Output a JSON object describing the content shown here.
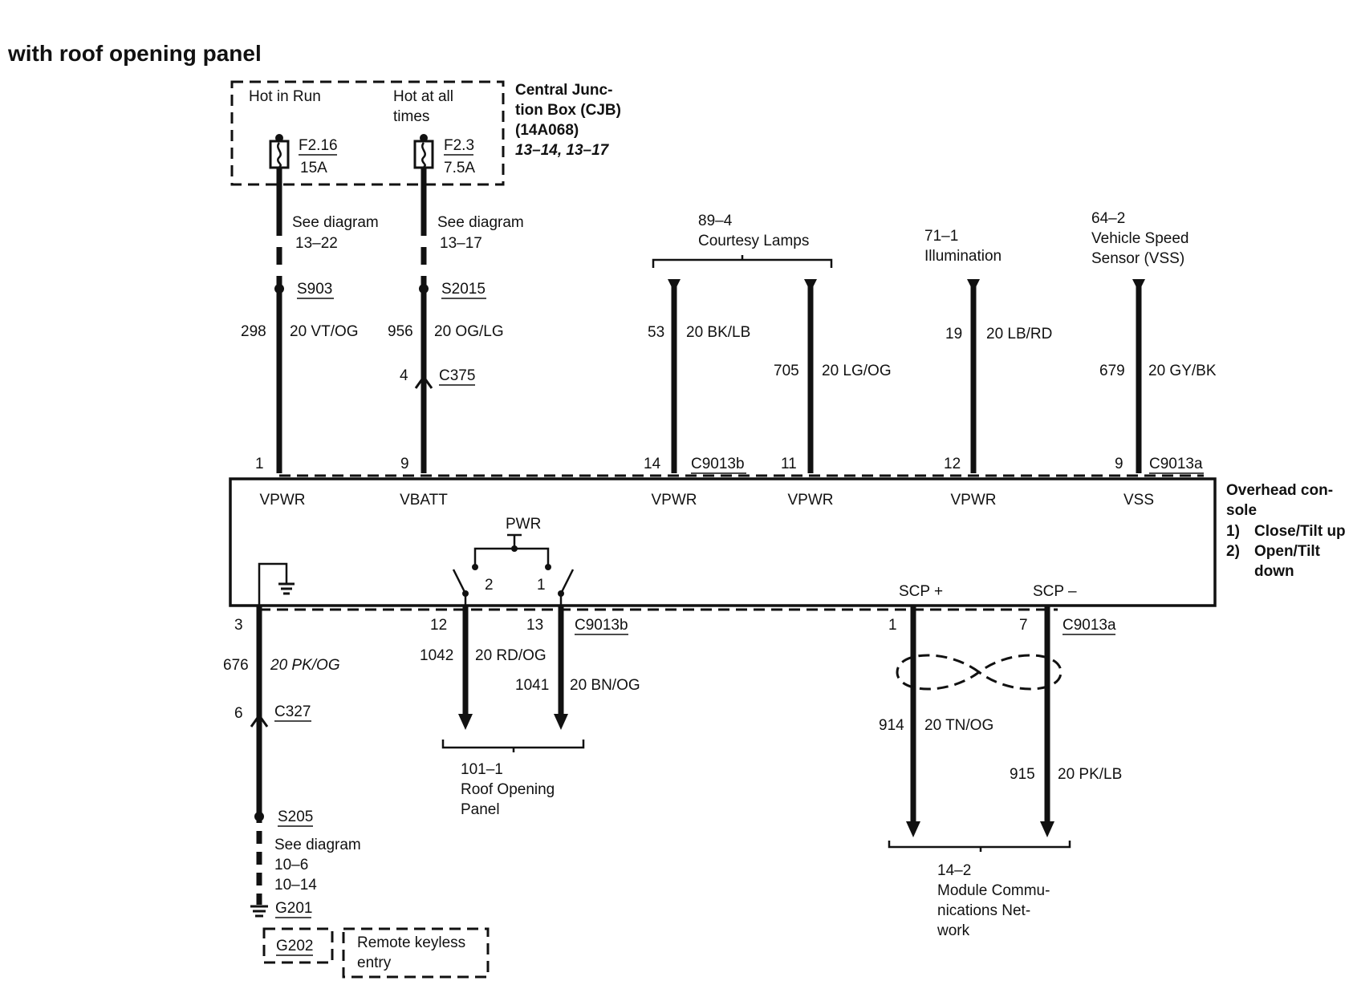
{
  "title": "with roof opening panel",
  "cjb": {
    "name_lines": [
      "Central Junc-",
      "tion Box (CJB)",
      "(14A068)"
    ],
    "refs": "13–14, 13–17",
    "hot_run": "Hot in Run",
    "hot_all_lines": [
      "Hot at all",
      "times"
    ],
    "fuse1_id": "F2.16",
    "fuse1_amp": "15A",
    "fuse2_id": "F2.3",
    "fuse2_amp": "7.5A"
  },
  "circuits": {
    "vpwr_left": {
      "see": "See diagram",
      "see_ref": "13–22",
      "splice": "S903",
      "circuit": "298",
      "wire": "20 VT/OG",
      "pin": "1"
    },
    "vbatt": {
      "see": "See diagram",
      "see_ref": "13–17",
      "splice": "S2015",
      "circuit": "956",
      "wire": "20 OG/LG",
      "conn_pin": "4",
      "conn": "C375",
      "pin": "9"
    },
    "courtesy": {
      "ref": "89–4",
      "label": "Courtesy Lamps"
    },
    "c53": {
      "circuit": "53",
      "wire": "20 BK/LB",
      "pin": "14",
      "conn": "C9013b"
    },
    "c705": {
      "circuit": "705",
      "wire": "20 LG/OG",
      "pin": "11"
    },
    "illum": {
      "ref": "71–1",
      "label": "Illumination",
      "circuit": "19",
      "wire": "20 LB/RD",
      "pin": "12"
    },
    "vss": {
      "ref": "64–2",
      "label_lines": [
        "Vehicle Speed",
        "Sensor (VSS)"
      ],
      "circuit": "679",
      "wire": "20 GY/BK",
      "pin": "9",
      "conn": "C9013a"
    }
  },
  "console": {
    "labels": [
      "VPWR",
      "VBATT",
      "VPWR",
      "VPWR",
      "VPWR",
      "VSS"
    ],
    "name_lines": [
      "Overhead con-",
      "sole"
    ],
    "notes": [
      {
        "num": "1)",
        "lines": [
          "Close/Tilt up"
        ]
      },
      {
        "num": "2)",
        "lines": [
          "Open/Tilt",
          "down"
        ]
      }
    ],
    "pwr": "PWR",
    "sw2": "2",
    "sw1": "1",
    "scp_plus": "SCP +",
    "scp_minus": "SCP –"
  },
  "bottom": {
    "ground": {
      "pin": "3",
      "circuit": "676",
      "wire": "20 PK/OG",
      "conn_pin": "6",
      "conn": "C327",
      "splice": "S205",
      "see": "See diagram",
      "see_refs": [
        "10–6",
        "10–14"
      ],
      "ground_id": "G201",
      "alt_ground": "G202",
      "rke_lines": [
        "Remote keyless",
        "entry"
      ]
    },
    "roof": {
      "pin_a": "12",
      "pin_b": "13",
      "conn": "C9013b",
      "circ_a": "1042",
      "wire_a": "20 RD/OG",
      "circ_b": "1041",
      "wire_b": "20 BN/OG",
      "ref": "101–1",
      "label_lines": [
        "Roof Opening",
        "Panel"
      ]
    },
    "scp": {
      "pin_a": "1",
      "pin_b": "7",
      "conn": "C9013a",
      "circ_a": "914",
      "wire_a": "20 TN/OG",
      "circ_b": "915",
      "wire_b": "20 PK/LB",
      "ref": "14–2",
      "label_lines": [
        "Module Commu-",
        "nications Net-",
        "work"
      ]
    }
  }
}
